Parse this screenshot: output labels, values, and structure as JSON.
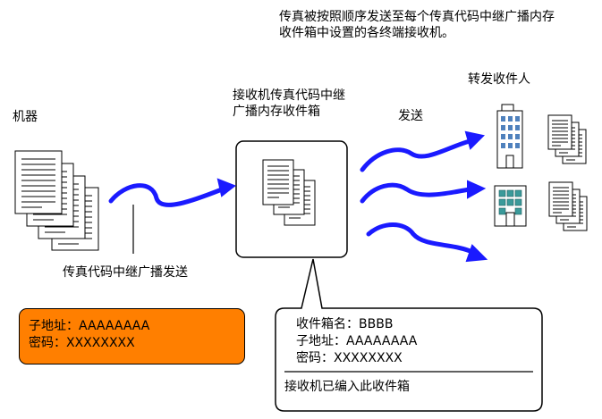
{
  "description": {
    "line1": "传真被按照顺序发送至每个传真代码中继广播内存",
    "line2": "收件箱中设置的各终端接收机。"
  },
  "labels": {
    "machine": "机器",
    "relay_box_line1": "接收机传真代码中继",
    "relay_box_line2": "广播内存收件箱",
    "send": "发送",
    "forward_recipients": "转发收件人",
    "relay_broadcast_send": "传真代码中继广播发送"
  },
  "sender_info": {
    "sub_address": "子地址：AAAAAAAA",
    "password": "密码：XXXXXXXX"
  },
  "mailbox_info": {
    "mailbox_name": "收件箱名：BBBB",
    "sub_address": "子地址：AAAAAAAA",
    "password": "密码：XXXXXXXX",
    "note": "接收机已编入此收件箱"
  },
  "colors": {
    "arrow": "#1a1aff",
    "highlight_box": "#ff7f00",
    "building_window": "#4f81bd"
  }
}
